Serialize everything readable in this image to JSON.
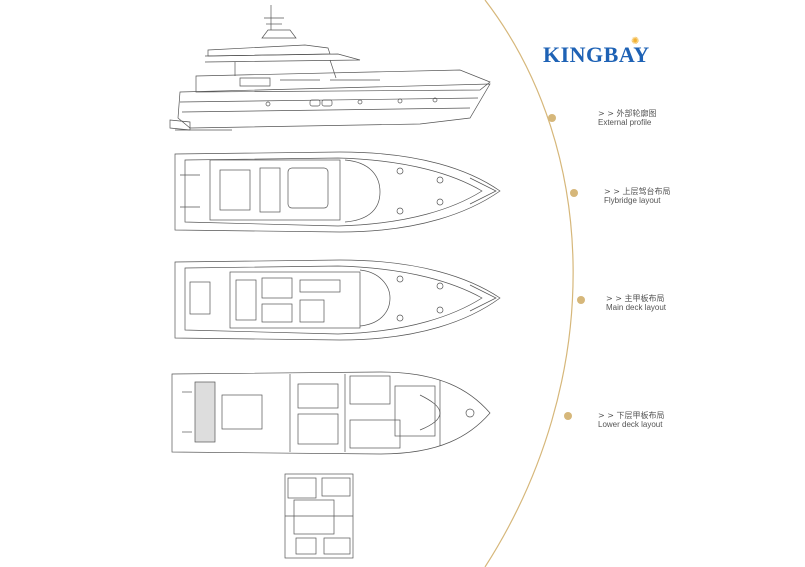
{
  "brand": {
    "name": "KINGBAY",
    "primary_color": "#1e62b5",
    "accent_color": "#f2b233"
  },
  "layouts": [
    {
      "zh": "> > 外部轮廓图",
      "en": "External profile"
    },
    {
      "zh": "> > 上层驾台布局",
      "en": "Flybridge layout"
    },
    {
      "zh": "> > 主甲板布局",
      "en": "Main deck layout"
    },
    {
      "zh": "> > 下层甲板布局",
      "en": "Lower deck layout"
    }
  ],
  "decor": {
    "arc_color": "#d6b77a",
    "line_color": "#555555"
  }
}
